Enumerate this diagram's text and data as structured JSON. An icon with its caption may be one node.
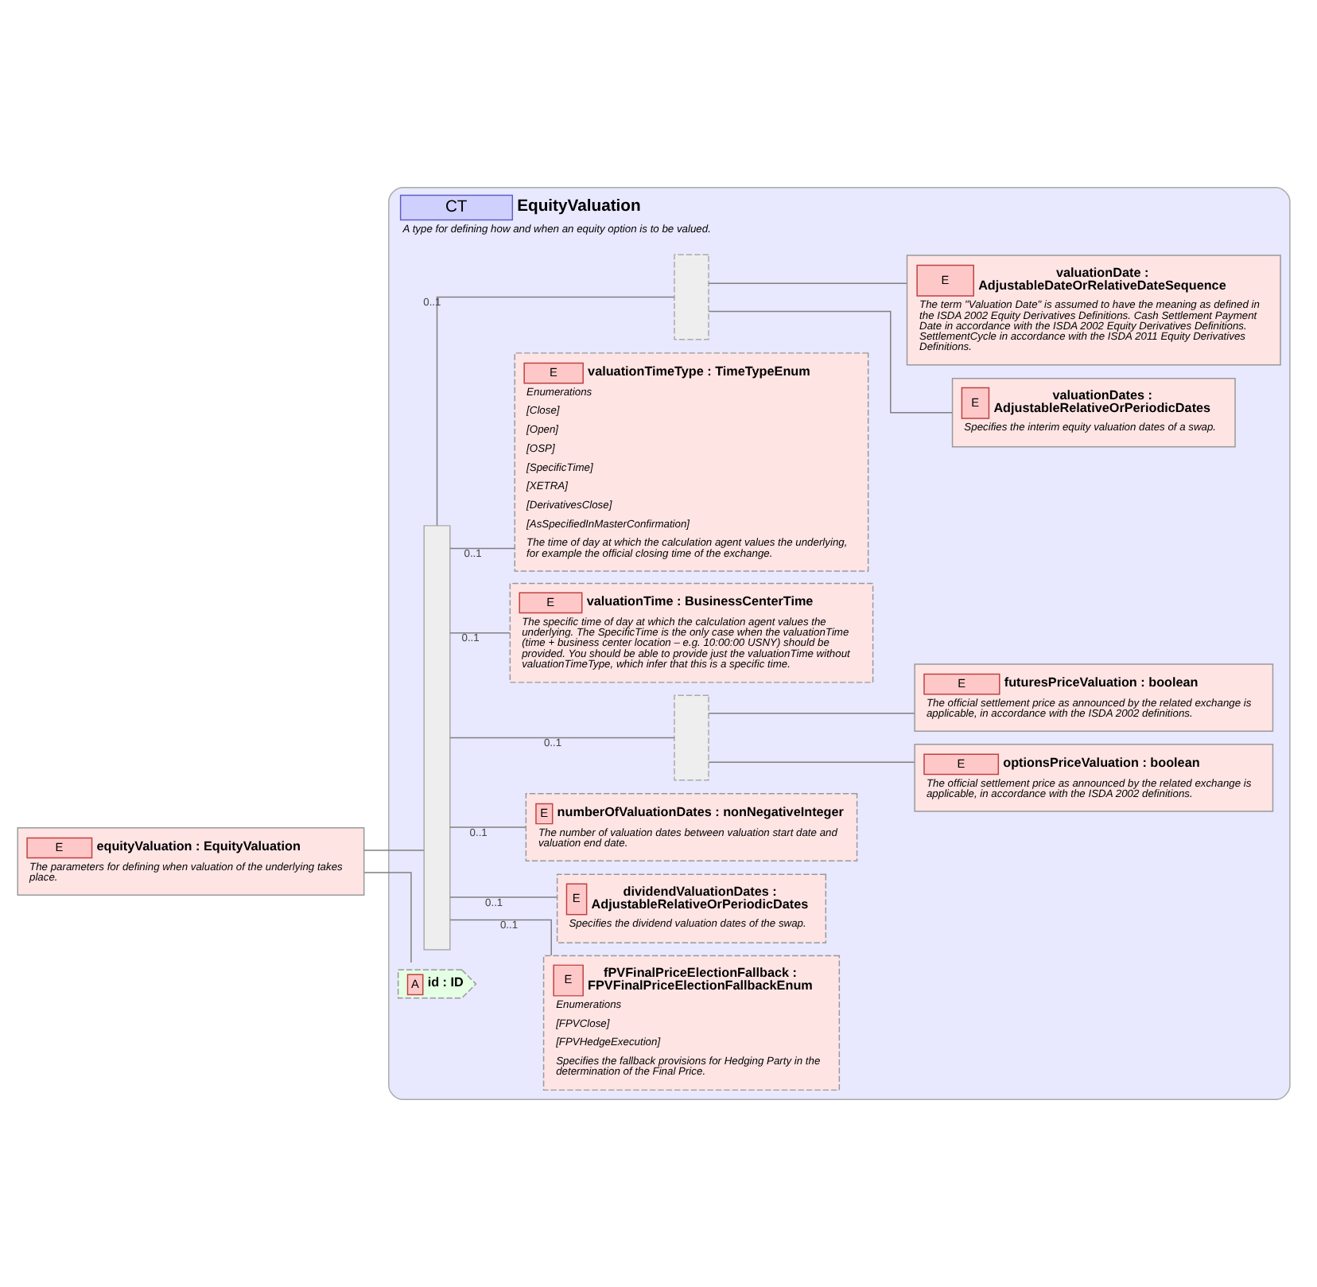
{
  "diagram": {
    "nodes": [
      {
        "text": [
          "E",
          "equityValuation : EquityValuation",
          "The parameters for defining when valuation of the underlying takes place."
        ]
      },
      {
        "text": [
          "CT",
          "EquityValuation",
          "A type for defining how and when an equity option is to be valued."
        ]
      },
      {
        "text": [
          "A",
          "id : ID"
        ],
        "in": 1
      },
      {
        "text": [],
        "shape": "bar",
        "in": 1
      },
      {
        "text": [],
        "shape": "box",
        "in": 1
      },
      {
        "text": [
          "E",
          "valuationDate : AdjustableDateOrRelativeDateSequence",
          "The term \"Valuation Date\" is assumed to have the meaning as defined in the ISDA 2002 Equity Derivatives Definitions. Cash Settlement Payment Date in accordance with the ISDA 2002 Equity Derivatives Definitions. SettlementCycle in accordance with the ISDA 2011 Equity Derivatives Definitions."
        ],
        "in": 1
      },
      {
        "text": [
          "E",
          "valuationDates : AdjustableRelativeOrPeriodicDates",
          "Specifies the interim equity valuation dates of a swap."
        ],
        "in": 1
      },
      {
        "text": [
          "E",
          "valuationTimeType : TimeTypeEnum",
          "Enumerations",
          "[Close]",
          "[Open]",
          "[OSP]",
          "[SpecificTime]",
          "[XETRA]",
          "[DerivativesClose]",
          "[AsSpecifiedInMasterConfirmation]",
          "The time of day at which the calculation agent values the underlying, for example the official closing time of the exchange."
        ],
        "in": 1
      },
      {
        "text": [
          "E",
          "valuationTime : BusinessCenterTime",
          "The specific time of day at which the calculation agent values the underlying. The SpecificTime is the only case when the valuationTime (time + business center location – e.g. 10:00:00 USNY) should be provided. You should be able to provide just the valuationTime without valuationTimeType, which infer that this is a specific time."
        ],
        "in": 1
      },
      {
        "text": [],
        "shape": "box",
        "in": 1
      },
      {
        "text": [
          "E",
          "futuresPriceValuation : boolean",
          "The official settlement price as announced by the related exchange is applicable, in accordance with the ISDA 2002 definitions."
        ],
        "in": 1
      },
      {
        "text": [
          "E",
          "optionsPriceValuation : boolean",
          "The official settlement price as announced by the related exchange is applicable, in accordance with the ISDA 2002 definitions."
        ],
        "in": 1
      },
      {
        "text": [
          "E",
          "numberOfValuationDates : nonNegativeInteger",
          "The number of valuation dates between valuation start date and valuation end date."
        ],
        "in": 1
      },
      {
        "text": [
          "E",
          "dividendValuationDates : AdjustableRelativeOrPeriodicDates",
          "Specifies the dividend valuation dates of the swap."
        ],
        "in": 1
      },
      {
        "text": [
          "E",
          "fPVFinalPriceElectionFallback : FPVFinalPriceElectionFallbackEnum",
          "Enumerations",
          "[FPVClose]",
          "[FPVHedgeExecution]",
          "Specifies the fallback provisions for Hedging Party in the determination of the Final Price."
        ],
        "in": 1
      }
    ],
    "edges": [
      {
        "from": 0,
        "to": 2,
        "arrow": "none"
      },
      {
        "from": 0,
        "to": 3,
        "arrow": "none"
      },
      {
        "from": 3,
        "to": 4,
        "arrow": "none",
        "label": "0..1"
      },
      {
        "from": 4,
        "to": 5,
        "arrow": "none"
      },
      {
        "from": 4,
        "to": 6,
        "arrow": "none"
      },
      {
        "from": 3,
        "to": 7,
        "arrow": "none",
        "label": "0..1"
      },
      {
        "from": 3,
        "to": 8,
        "arrow": "none",
        "label": "0..1"
      },
      {
        "from": 3,
        "to": 9,
        "arrow": "none",
        "label": "0..1"
      },
      {
        "from": 9,
        "to": 10,
        "arrow": "none"
      },
      {
        "from": 9,
        "to": 11,
        "arrow": "none"
      },
      {
        "from": 3,
        "to": 12,
        "arrow": "none",
        "label": "0..1"
      },
      {
        "from": 3,
        "to": 13,
        "arrow": "none",
        "label": "0..1"
      },
      {
        "from": 3,
        "to": 14,
        "arrow": "none",
        "label": "0..1"
      }
    ]
  }
}
